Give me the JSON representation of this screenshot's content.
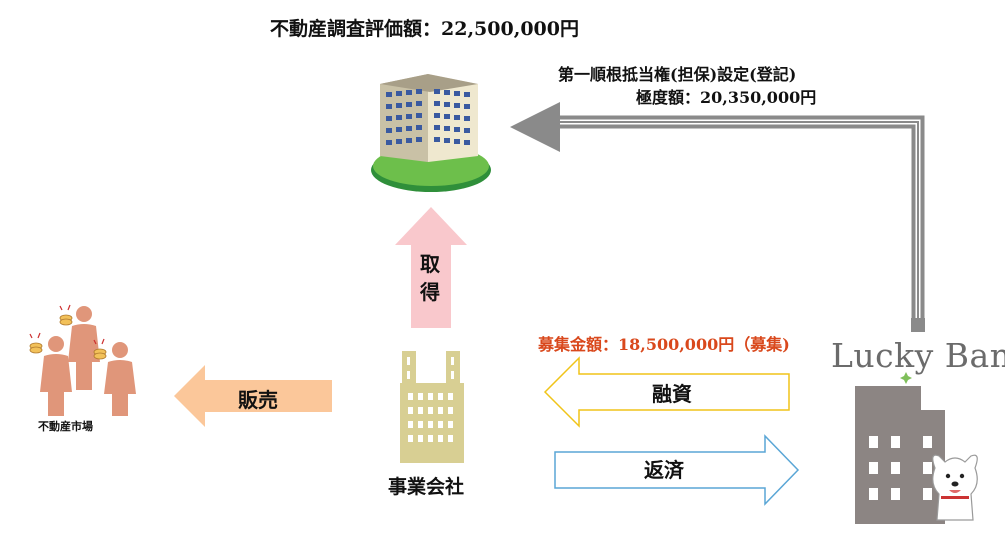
{
  "appraisal": "不動産調査評価額：22,500,000円",
  "mortgage": {
    "line1": "第一順根抵当権(担保)設定(登記)",
    "line2": "極度額：20,350,000円"
  },
  "fundraising": "募集金額：18,500,000円（募集)",
  "arrows": {
    "acquisition": [
      "取",
      "得"
    ],
    "sale": "販売",
    "loan": "融資",
    "repayment": "返済"
  },
  "nodes": {
    "market": "不動産市場",
    "company": "事業会社",
    "lender_logo": "Lucky Bank"
  },
  "colors": {
    "acquisition_arrow": "#f9c8cc",
    "sale_arrow": "#fbc79a",
    "loan_arrow_border": "#f0c419",
    "repay_arrow_border": "#5aa6d6",
    "mortgage_arrow": "#8a8a8a",
    "fund_text": "#d9481c",
    "building_beige": "#d8cf93",
    "bank_building": "#8c8583",
    "people": "#e0967a"
  }
}
